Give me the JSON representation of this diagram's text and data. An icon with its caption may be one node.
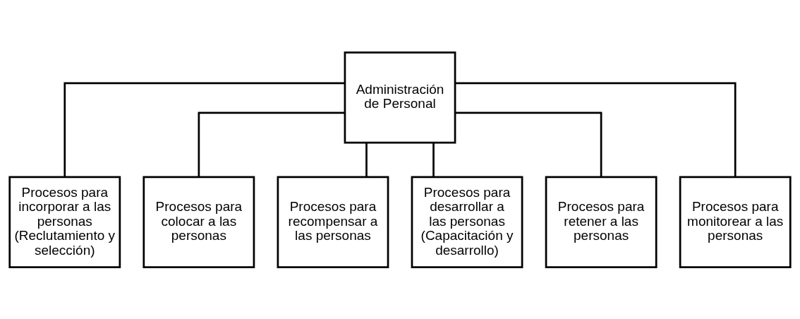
{
  "diagram": {
    "nodes": [
      {
        "text": [
          "Administración de Personal"
        ]
      },
      {
        "text": [
          "Procesos para incorporar a las personas (Reclutamiento y selección)"
        ]
      },
      {
        "text": [
          "Procesos para colocar a las personas"
        ]
      },
      {
        "text": [
          "Procesos para recompensar a las personas"
        ]
      },
      {
        "text": [
          "Procesos para desarrollar a las personas (Capacitación y desarrollo)"
        ]
      },
      {
        "text": [
          "Procesos para retener a las personas"
        ]
      },
      {
        "text": [
          "Procesos para monitorear a las personas"
        ]
      }
    ],
    "edges": [
      {
        "from": 0,
        "to": 1,
        "arrow": "none"
      },
      {
        "from": 0,
        "to": 2,
        "arrow": "none"
      },
      {
        "from": 0,
        "to": 3,
        "arrow": "none"
      },
      {
        "from": 0,
        "to": 4,
        "arrow": "none"
      },
      {
        "from": 0,
        "to": 5,
        "arrow": "none"
      },
      {
        "from": 0,
        "to": 6,
        "arrow": "none"
      }
    ]
  }
}
